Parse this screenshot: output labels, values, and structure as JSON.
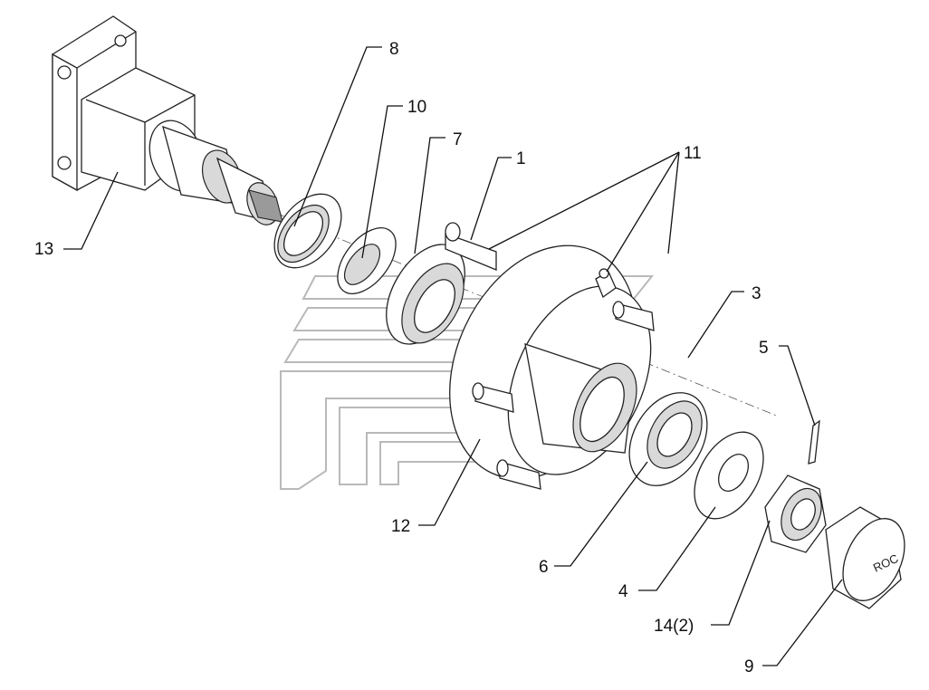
{
  "diagram": {
    "callouts": [
      {
        "id": "c13",
        "label": "13"
      },
      {
        "id": "c8",
        "label": "8"
      },
      {
        "id": "c10",
        "label": "10"
      },
      {
        "id": "c7",
        "label": "7"
      },
      {
        "id": "c1",
        "label": "1"
      },
      {
        "id": "c11",
        "label": "11"
      },
      {
        "id": "c3",
        "label": "3"
      },
      {
        "id": "c5",
        "label": "5"
      },
      {
        "id": "c12",
        "label": "12"
      },
      {
        "id": "c6",
        "label": "6"
      },
      {
        "id": "c4",
        "label": "4"
      },
      {
        "id": "c14",
        "label": "14(2)"
      },
      {
        "id": "c9",
        "label": "9"
      }
    ],
    "cap_marking": "ROC"
  }
}
